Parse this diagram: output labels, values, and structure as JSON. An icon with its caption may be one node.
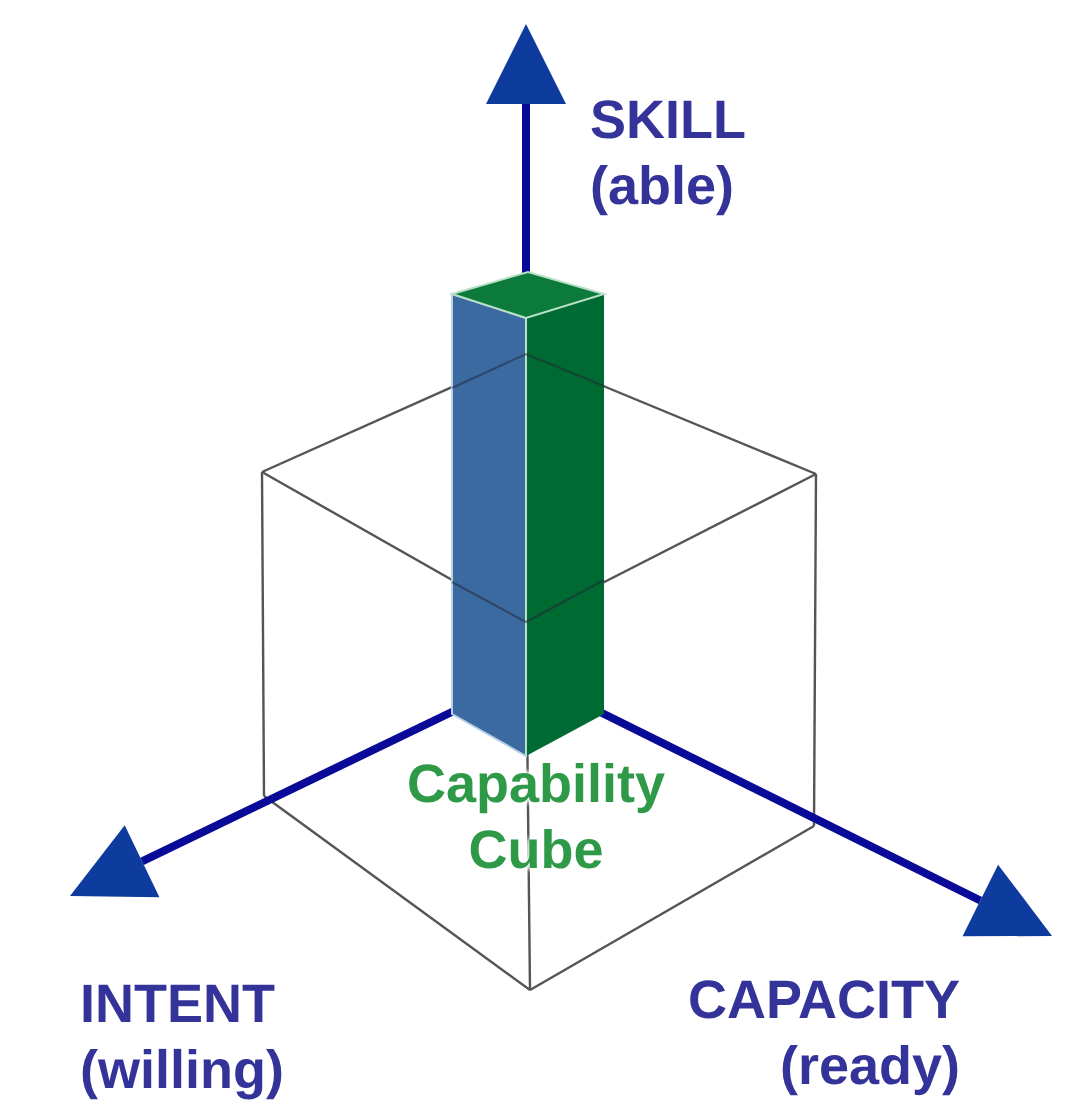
{
  "diagram": {
    "labels": [
      "SKILL (able)",
      "Capability Cube",
      "INTENT (willing)",
      "CAPACITY (ready)"
    ]
  }
}
